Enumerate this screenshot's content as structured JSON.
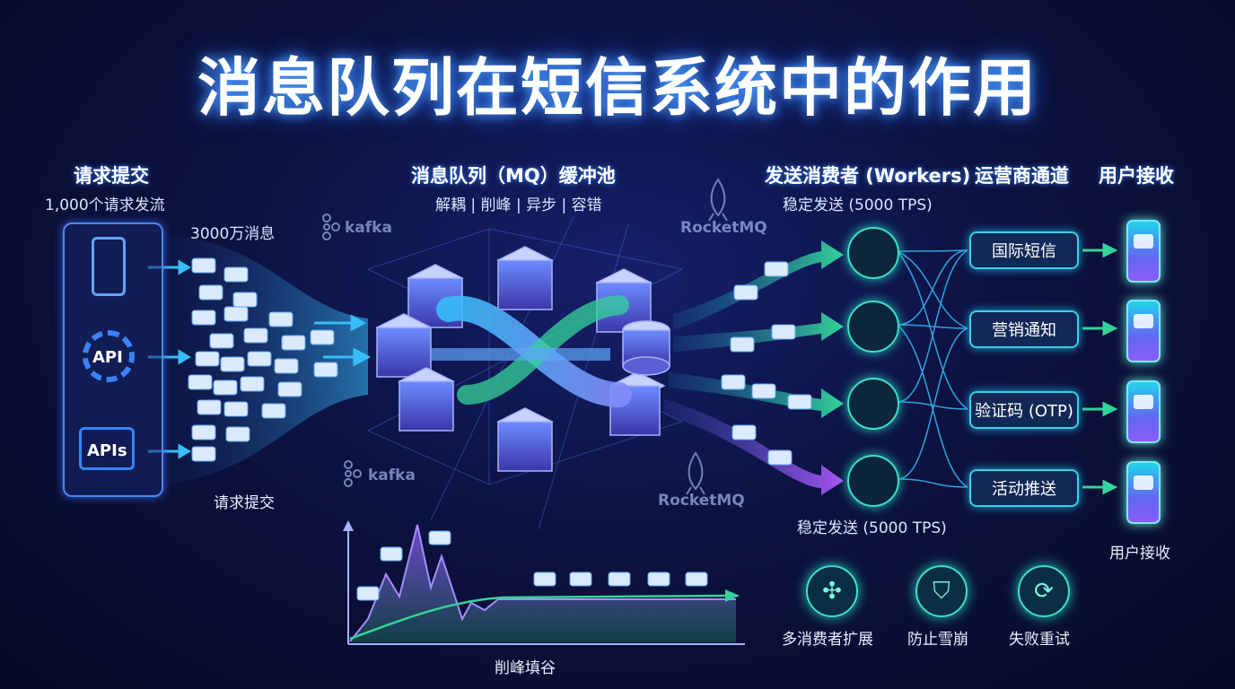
{
  "title": "消息队列在短信系统中的作用",
  "request": {
    "header": "请求提交",
    "subtitle": "1,000个请求发流",
    "count_label": "3000万消息",
    "bottom_label": "请求提交",
    "api_label": "API",
    "apis_label": "APIs"
  },
  "queue": {
    "header": "消息队列（MQ）缓冲池",
    "subtitle": "解耦 | 削峰 | 异步 | 容错",
    "logos": [
      "kafka",
      "RocketMQ",
      "kafka",
      "RocketMQ"
    ]
  },
  "consumers": {
    "header": "发送消费者 (Workers)",
    "subtitle": "稳定发送 (5000 TPS)",
    "bottom_label": "稳定发送 (5000 TPS)"
  },
  "carrier": {
    "header": "运营商通道",
    "channels": [
      "国际短信",
      "营销通知",
      "验证码 (OTP)",
      "活动推送"
    ]
  },
  "user": {
    "header": "用户接收",
    "bottom_label": "用户接收"
  },
  "peak_chart": {
    "label": "削峰填谷"
  },
  "features": [
    {
      "label": "多消费者扩展",
      "icon": "fan-icon"
    },
    {
      "label": "防止雪崩",
      "icon": "shield-icon"
    },
    {
      "label": "失败重试",
      "icon": "retry-icon"
    }
  ],
  "colors": {
    "accent_cyan": "#3ad0e8",
    "accent_green": "#34d399",
    "accent_purple": "#8b5cf6",
    "background": "#0a0f2e"
  }
}
